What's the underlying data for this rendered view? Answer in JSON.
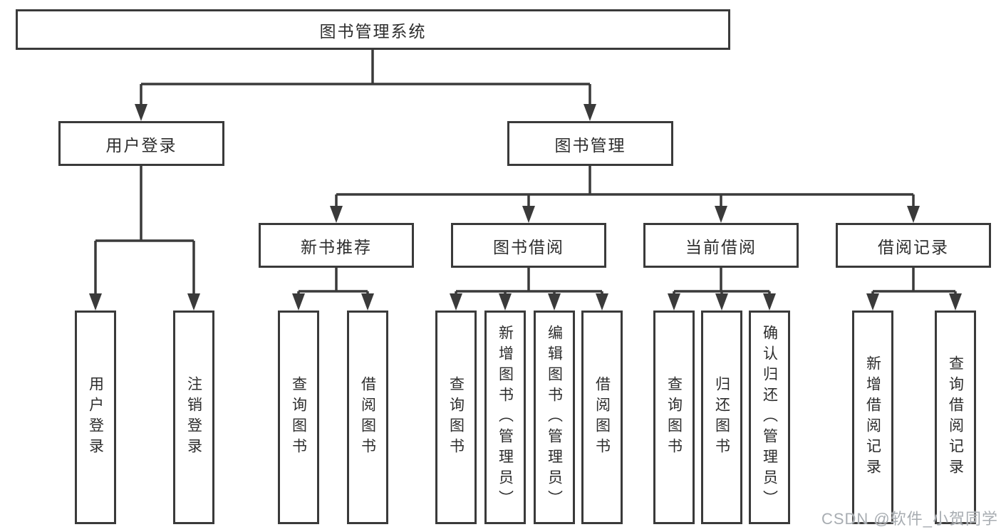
{
  "colors": {
    "line": "#3a3a3a",
    "boxborder": "#3a3a3a",
    "text": "#2d2d2d",
    "bg": "#ffffff",
    "watermark": "#a8adb2"
  },
  "tree": {
    "label": "图书管理系统",
    "children": [
      {
        "label": "用户登录",
        "children": [
          {
            "label": "用户登录"
          },
          {
            "label": "注销登录"
          }
        ]
      },
      {
        "label": "图书管理",
        "children": [
          {
            "label": "新书推荐",
            "children": [
              {
                "label": "查询图书"
              },
              {
                "label": "借阅图书"
              }
            ]
          },
          {
            "label": "图书借阅",
            "children": [
              {
                "label": "查询图书"
              },
              {
                "label": "新增图书（管理员）"
              },
              {
                "label": "编辑图书（管理员）"
              },
              {
                "label": "借阅图书"
              }
            ]
          },
          {
            "label": "当前借阅",
            "children": [
              {
                "label": "查询图书"
              },
              {
                "label": "归还图书"
              },
              {
                "label": "确认归还（管理员）"
              }
            ]
          },
          {
            "label": "借阅记录",
            "children": [
              {
                "label": "新增借阅记录"
              },
              {
                "label": "查询借阅记录"
              }
            ]
          }
        ]
      }
    ]
  },
  "watermark": {
    "text": "CSDN @软件_小贺同学"
  }
}
